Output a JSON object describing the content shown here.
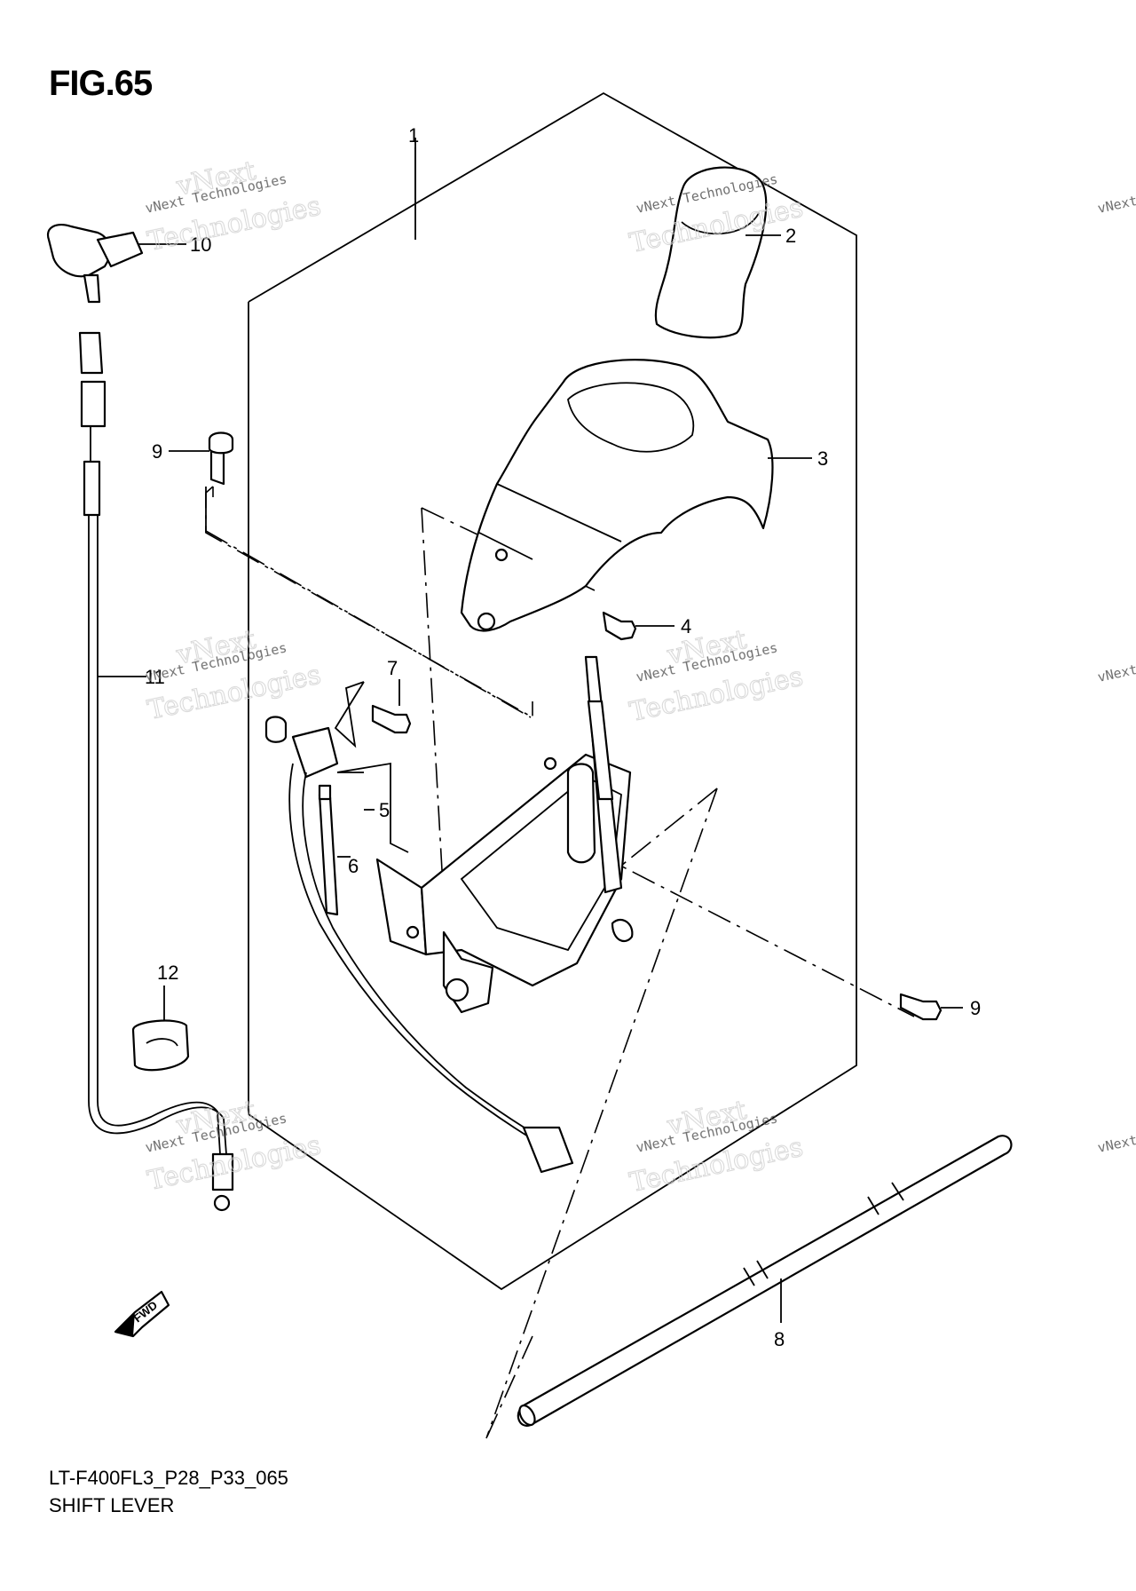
{
  "figure": {
    "title": "FIG.65",
    "code": "LT-F400FL3_P28_P33_065",
    "name": "SHIFT LEVER"
  },
  "callouts": [
    "1",
    "2",
    "3",
    "4",
    "5",
    "6",
    "7",
    "8",
    "9",
    "9",
    "10",
    "11",
    "12"
  ],
  "watermark": {
    "line1": "vNext Technologies",
    "line2": "Technologies",
    "tag": "vNext"
  },
  "fwd_label": "FWD"
}
